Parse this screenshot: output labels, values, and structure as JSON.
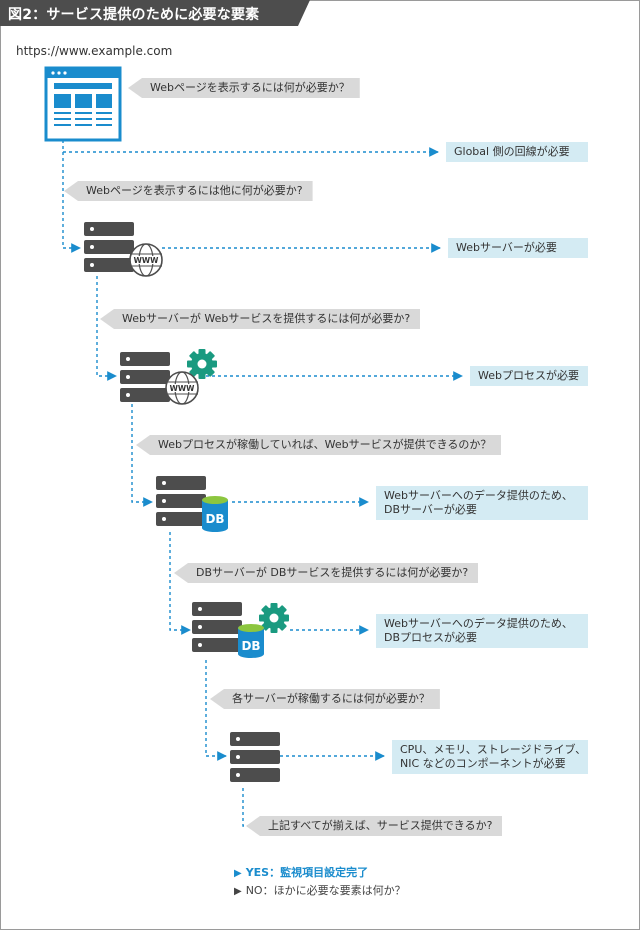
{
  "title": "図2：サービス提供のために必要な要素",
  "url": "https://www.example.com",
  "questions": [
    "Webページを表示するには何が必要か？",
    "Webページを表示するには他に何が必要か?",
    "Webサーバーが Webサービスを提供するには何が必要か?",
    "Webプロセスが稼働していれば、Webサービスが提供できるのか？",
    "DBサーバーが DBサービスを提供するには何が必要か?",
    "各サーバーが稼働するには何が必要か？",
    "上記すべてが揃えば、サービス提供できるか?"
  ],
  "answers": [
    [
      "Global 側の回線が必要"
    ],
    [
      "Webサーバーが必要"
    ],
    [
      "Webプロセスが必要"
    ],
    [
      "Webサーバーへのデータ提供のため、",
      "DBサーバーが必要"
    ],
    [
      "Webサーバーへのデータ提供のため、",
      "DBプロセスが必要"
    ],
    [
      "CPU、メモリ、ストレージドライブ、",
      "NIC などのコンポーネントが必要"
    ]
  ],
  "icons": {
    "www_label": "WWW",
    "db_label": "DB"
  },
  "legend": {
    "yes": "YES：監視項目設定完了",
    "no": "NO：ほかに必要な要素は何か？"
  },
  "colors": {
    "accent": "#1a8ccd",
    "server": "#4d4d4d",
    "gear": "#1a9a80",
    "db_top": "#8cc63f",
    "db_body": "#1a8ccd",
    "question_bg": "#d9d9d9",
    "answer_bg": "#d4ebf3"
  }
}
